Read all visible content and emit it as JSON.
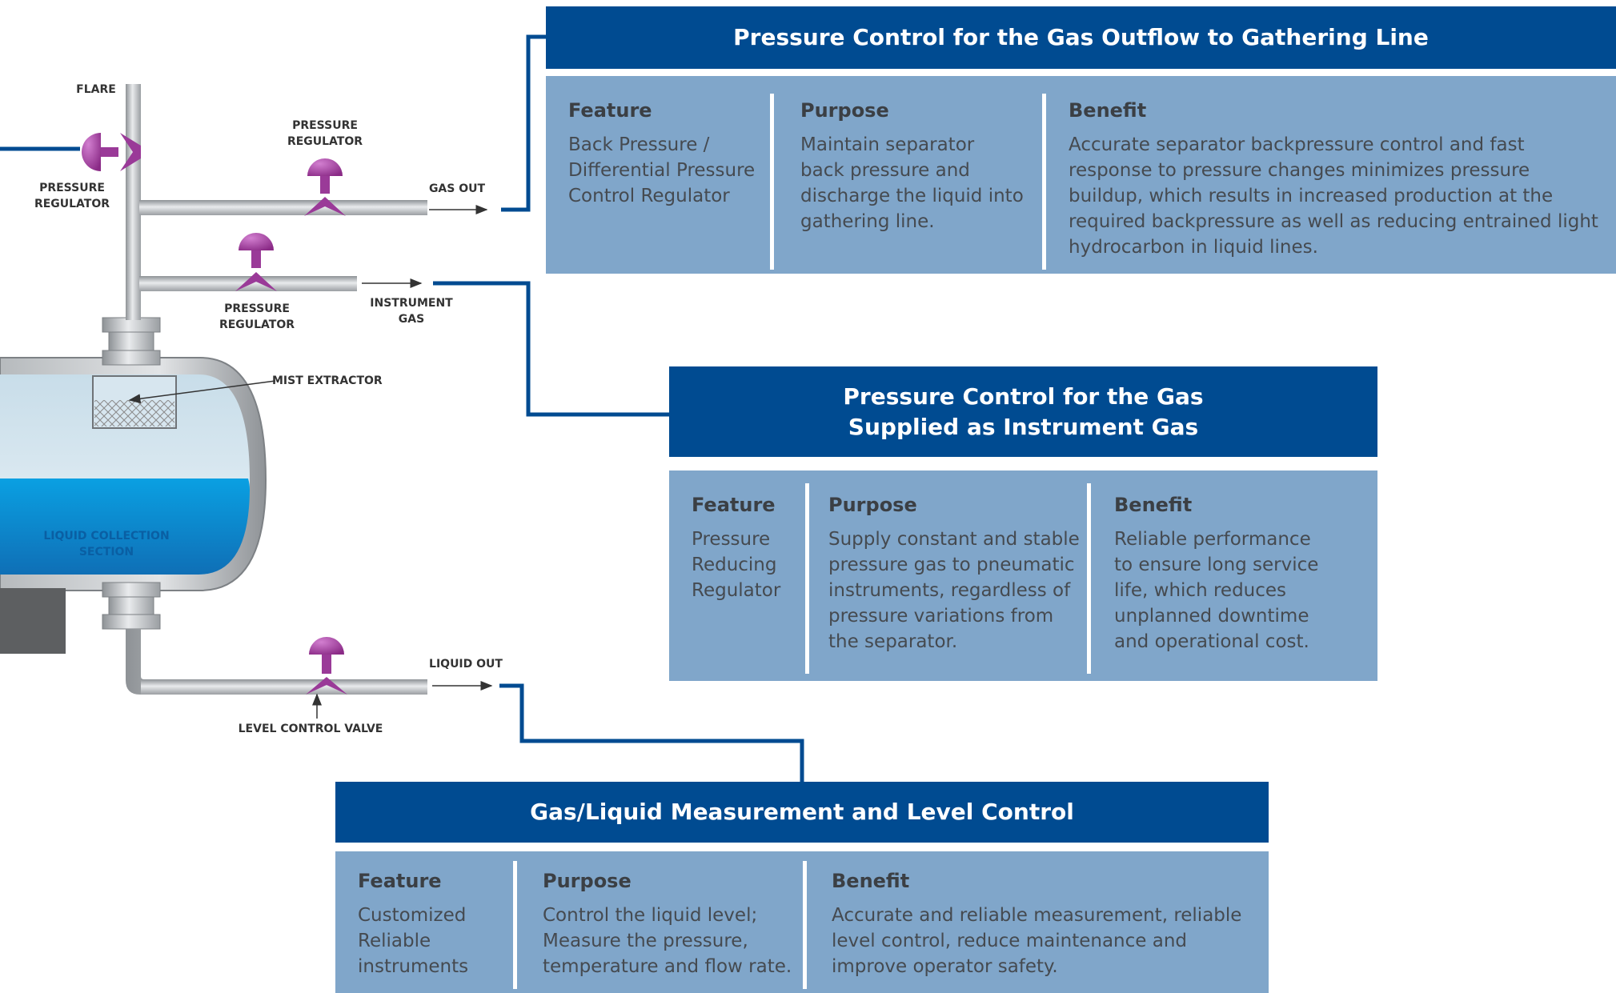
{
  "diagram_labels": {
    "flare": "FLARE",
    "pressure_regulator_left": "PRESSURE\nREGULATOR",
    "pressure_regulator_top": "PRESSURE\nREGULATOR",
    "gas_out": "GAS OUT",
    "pressure_regulator_mid": "PRESSURE\nREGULATOR",
    "instrument_gas": "INSTRUMENT GAS",
    "mist_extractor": "MIST EXTRACTOR",
    "liquid_collection": "LIQUID COLLECTION SECTION",
    "liquid_out": "LIQUID OUT",
    "level_control_valve": "LEVEL CONTROL VALVE"
  },
  "colors": {
    "header_blue": "#004b91",
    "panel_blue": "#80a6ca",
    "valve_purple": "#993399",
    "liquid_blue": "#1aa3e0"
  },
  "callouts": {
    "gas_outflow": {
      "title": "Pressure Control for the Gas Outflow to Gathering Line",
      "feature_heading": "Feature",
      "feature_text": "Back Pressure /\nDifferential Pressure\nControl Regulator",
      "purpose_heading": "Purpose",
      "purpose_text": "Maintain separator\nback pressure and\ndischarge the liquid into\ngathering line.",
      "benefit_heading": "Benefit",
      "benefit_text": "Accurate separator backpressure control and fast\nresponse to pressure changes minimizes pressure\nbuildup, which results in increased production at the\nrequired backpressure as well as reducing entrained light\nhydrocarbon in liquid lines."
    },
    "instrument_gas": {
      "title": "Pressure Control for the Gas\nSupplied as Instrument Gas",
      "feature_heading": "Feature",
      "feature_text": "Pressure\nReducing\nRegulator",
      "purpose_heading": "Purpose",
      "purpose_text": "Supply constant and stable\npressure gas to pneumatic\ninstruments, regardless of\npressure variations from\nthe separator.",
      "benefit_heading": "Benefit",
      "benefit_text": "Reliable performance\nto ensure long service\nlife, which reduces\nunplanned downtime\nand operational cost."
    },
    "measurement": {
      "title": "Gas/Liquid Measurement and Level Control",
      "feature_heading": "Feature",
      "feature_text": "Customized\nReliable\ninstruments",
      "purpose_heading": "Purpose",
      "purpose_text": "Control the liquid level;\nMeasure the pressure,\ntemperature and flow rate.",
      "benefit_heading": "Benefit",
      "benefit_text": "Accurate and reliable measurement, reliable\nlevel control, reduce maintenance and\nimprove operator safety."
    }
  }
}
